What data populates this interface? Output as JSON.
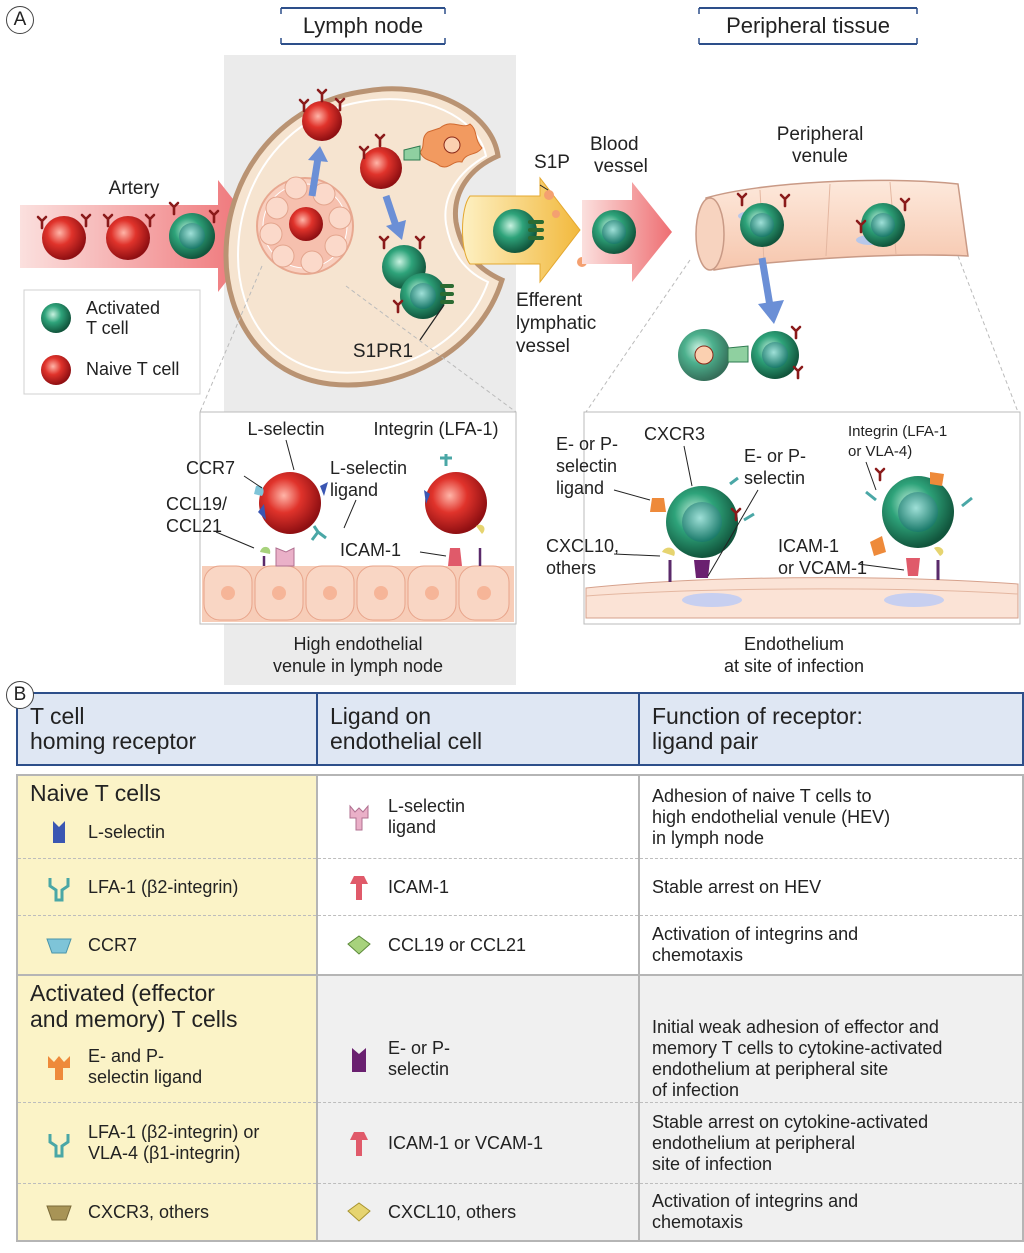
{
  "panel_a": {
    "letter": "A",
    "lymph_node_header": "Lymph node",
    "peripheral_tissue_header": "Peripheral tissue",
    "artery": "Artery",
    "s1p": "S1P",
    "blood_vessel": [
      "Blood",
      "vessel"
    ],
    "peripheral_venule": [
      "Peripheral",
      "venule"
    ],
    "efferent_lymphatic_vessel": [
      "Efferent",
      "lymphatic",
      "vessel"
    ],
    "s1pr1": "S1PR1",
    "legend": {
      "activated": [
        "Activated",
        "T cell"
      ],
      "naive": "Naive T cell"
    },
    "hev_labels": {
      "l_selectin": "L-selectin",
      "integrin_lfa1": "Integrin (LFA-1)",
      "ccr7": "CCR7",
      "l_selectin_ligand": [
        "L-selectin",
        "ligand"
      ],
      "ccl19_ccl21": [
        "CCL19/",
        "CCL21"
      ],
      "icam1": "ICAM-1"
    },
    "hev_caption": [
      "High endothelial",
      "venule in lymph node"
    ],
    "infection_labels": {
      "cxcr3": "CXCR3",
      "ep_selectin_ligand": [
        "E- or P-",
        "selectin",
        "ligand"
      ],
      "ep_selectin": [
        "E- or P-",
        "selectin"
      ],
      "integrin_lfa1_vla4": [
        "Integrin (LFA-1",
        "or VLA-4)"
      ],
      "cxcl10": [
        "CXCL10,",
        "others"
      ],
      "icam1_vcam1": [
        "ICAM-1",
        "or VCAM-1"
      ]
    },
    "infection_caption": [
      "Endothelium",
      "at site of infection"
    ]
  },
  "panel_b": {
    "letter": "B",
    "headers": [
      [
        "T cell",
        "homing receptor"
      ],
      [
        "Ligand on",
        "endothelial cell"
      ],
      [
        "Function of receptor:",
        "ligand pair"
      ]
    ],
    "naive": {
      "title": "Naive T cells",
      "rows": [
        {
          "receptor": [
            "L-selectin"
          ],
          "ligand": [
            "L-selectin",
            "ligand"
          ],
          "function": [
            "Adhesion of naive T cells to",
            "high endothelial venule (HEV)",
            "in lymph node"
          ]
        },
        {
          "receptor": [
            "LFA-1 (β2-integrin)"
          ],
          "ligand": [
            "ICAM-1"
          ],
          "function": [
            "Stable arrest on HEV"
          ]
        },
        {
          "receptor": [
            "CCR7"
          ],
          "ligand": [
            "CCL19 or CCL21"
          ],
          "function": [
            "Activation of integrins and",
            "chemotaxis"
          ]
        }
      ]
    },
    "activated": {
      "title": [
        "Activated (effector",
        "and memory) T cells"
      ],
      "rows": [
        {
          "receptor": [
            "E- and P-",
            "selectin ligand"
          ],
          "ligand": [
            "E- or P-",
            "selectin"
          ],
          "function": [
            "Initial weak adhesion of effector and",
            "memory T cells to cytokine-activated",
            "endothelium at peripheral site",
            "of infection"
          ]
        },
        {
          "receptor": [
            "LFA-1 (β2-integrin) or",
            "VLA-4 (β1-integrin)"
          ],
          "ligand": [
            "ICAM-1 or VCAM-1"
          ],
          "function": [
            "Stable arrest on cytokine-activated",
            "endothelium at peripheral",
            "site of infection"
          ]
        },
        {
          "receptor": [
            "CXCR3, others"
          ],
          "ligand": [
            "CXCL10, others"
          ],
          "function": [
            "Activation of integrins and",
            "chemotaxis"
          ]
        }
      ]
    }
  },
  "colors": {
    "naive_cell": "#d62a2a",
    "activated_cell": "#2e9c73",
    "artery": "#f08b8b",
    "efferent_lymph": "#f4c84a",
    "header_blue": "#2d4f8a",
    "receptor_bg": "#fbf3c7"
  }
}
